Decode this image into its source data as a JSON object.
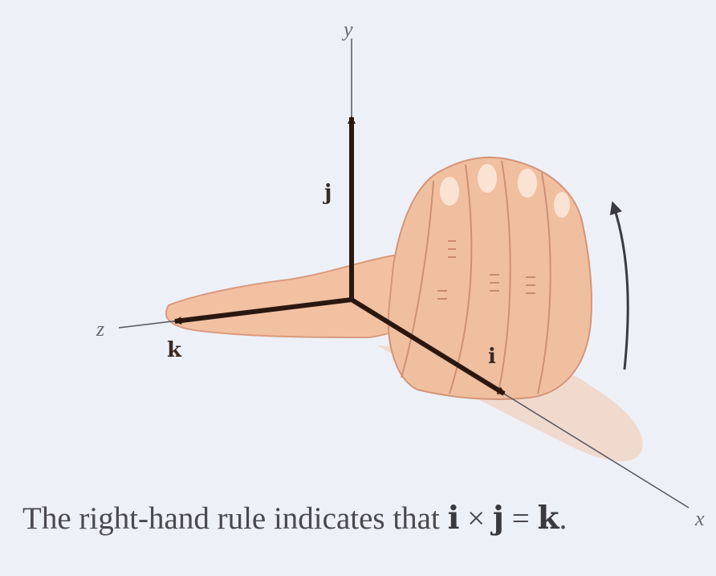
{
  "axes": {
    "x": "x",
    "y": "y",
    "z": "z"
  },
  "vectors": {
    "i": "i",
    "j": "j",
    "k": "k"
  },
  "caption": {
    "before": "The right-hand rule indicates that ",
    "i": "i",
    "cross": " × ",
    "j": "j",
    "equals": " = ",
    "k": "k",
    "end": "."
  },
  "colors": {
    "background": "#eef0f7",
    "skin": "#f0bfa0",
    "skin_shadow": "#d99a7c",
    "vector": "#2a1810",
    "axis_line": "#555560"
  },
  "icons": {
    "rotation": "curved-arrow-icon"
  }
}
